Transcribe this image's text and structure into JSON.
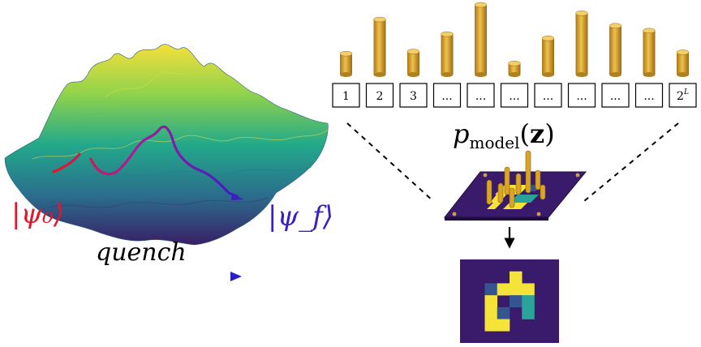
{
  "landscape": {
    "initial_state": "|ψ₀⟩",
    "final_state": "|ψ_f⟩",
    "quench_label": "quench",
    "colors": {
      "initial": "#e0182a",
      "final": "#3a1fc2",
      "path_mid": "#a0189a"
    }
  },
  "histogram": {
    "bar_color": "#d9a526",
    "bar_levels": [
      0.3,
      0.79,
      0.33,
      0.58,
      1.0,
      0.16,
      0.52,
      0.88,
      0.7,
      0.63,
      0.32
    ],
    "bins": [
      {
        "label": "1"
      },
      {
        "label": "2"
      },
      {
        "label": "3"
      },
      {
        "label": "..."
      },
      {
        "label": "..."
      },
      {
        "label": "..."
      },
      {
        "label": "..."
      },
      {
        "label": "..."
      },
      {
        "label": "..."
      },
      {
        "label": "..."
      },
      {
        "label": "2",
        "sup": "L"
      }
    ]
  },
  "model": {
    "label_p": "p",
    "label_sub": "model",
    "label_open": "(",
    "label_var": "z",
    "label_close": ")"
  },
  "colors": {
    "board": "#3a1a6a",
    "pixel_dark": "#3a1a6a",
    "pixel_yellow": "#f4e43a",
    "pixel_teal": "#2aa39a",
    "pixel_blue": "#34558f"
  }
}
